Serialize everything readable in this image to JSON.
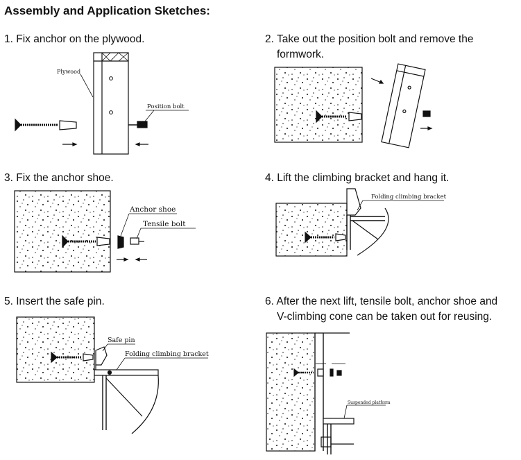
{
  "title": "Assembly and Application Sketches:",
  "steps": [
    {
      "text": "1. Fix anchor on the plywood.",
      "labels": [
        "Plywood",
        "Position bolt"
      ]
    },
    {
      "line1": "2. Take out the position bolt and remove the",
      "line2": "formwork."
    },
    {
      "text": "3. Fix the anchor shoe.",
      "labels": [
        "Anchor shoe",
        "Tensile bolt"
      ]
    },
    {
      "text": "4. Lift the climbing bracket and hang it.",
      "labels": [
        "Folding climbing bracket"
      ]
    },
    {
      "text": "5. Insert the safe pin.",
      "labels": [
        "Safe pin",
        "Folding climbing bracket"
      ]
    },
    {
      "line1": "6. After the next lift, tensile bolt, anchor shoe and",
      "line2": "V-climbing cone can be taken out for reusing.",
      "labels": [
        "Suspended platform"
      ]
    }
  ]
}
